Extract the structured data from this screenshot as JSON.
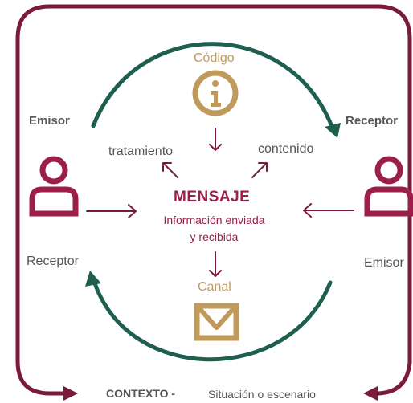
{
  "colors": {
    "maroon": "#7a1a3c",
    "green": "#1f5f4f",
    "gold": "#c09a5b",
    "crimson": "#9b1e4b",
    "gray": "#555555"
  },
  "icons": {
    "sender_left": "person-icon",
    "receiver_right": "person-icon",
    "code": "info-icon",
    "channel": "envelope-icon"
  },
  "labels": {
    "codigo": "Código",
    "emisor_left": "Emisor",
    "receptor_right": "Receptor",
    "tratamiento": "tratamiento",
    "contenido": "contenido",
    "mensaje": "MENSAJE",
    "mensaje_sub1": "Información enviada",
    "mensaje_sub2": "y recibida",
    "receptor_left": "Receptor",
    "emisor_right": "Emisor",
    "canal": "Canal",
    "contexto": "CONTEXTO -",
    "contexto_desc": "Situación o escenario"
  }
}
